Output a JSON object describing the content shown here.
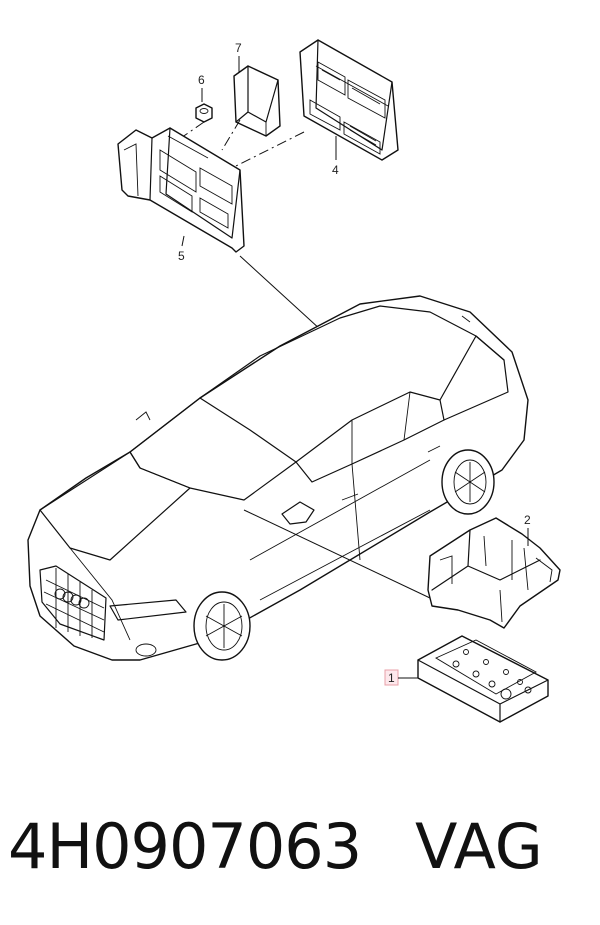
{
  "diagram": {
    "callouts": [
      {
        "id": "1",
        "label": "1",
        "highlighted": true
      },
      {
        "id": "2",
        "label": "2"
      },
      {
        "id": "4",
        "label": "4"
      },
      {
        "id": "5",
        "label": "5"
      },
      {
        "id": "6",
        "label": "6"
      },
      {
        "id": "7",
        "label": "7"
      }
    ],
    "highlight_color": "#e8a0a8"
  },
  "footer": {
    "part_number": "4H0907063",
    "brand": "VAG"
  }
}
